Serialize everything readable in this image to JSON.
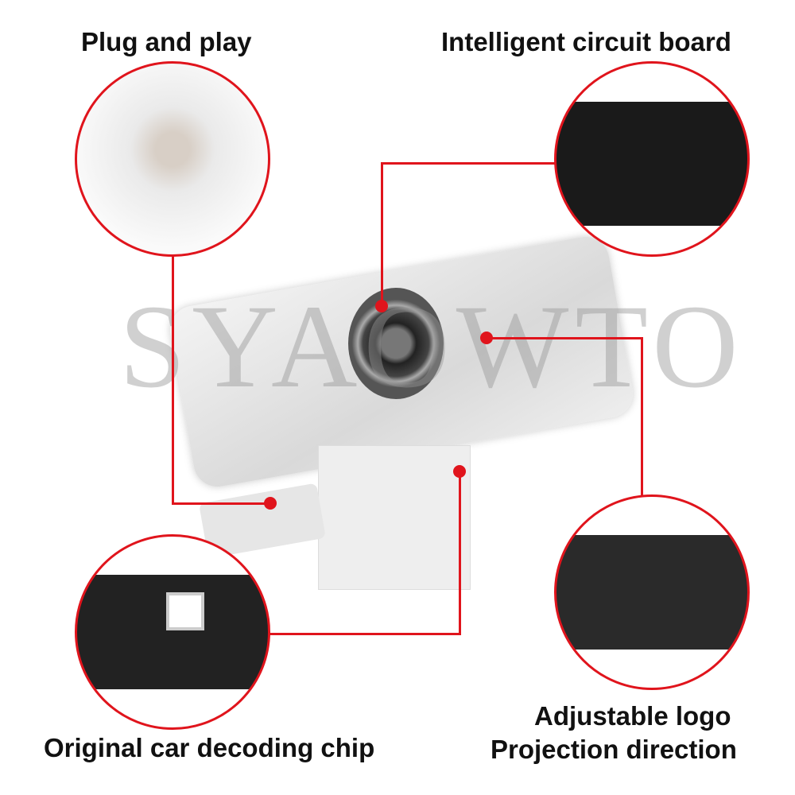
{
  "labels": {
    "plug": "Plug and play",
    "circuit": "Intelligent circuit board",
    "chip": "Original car decoding chip",
    "adjust_line1": "Adjustable logo",
    "adjust_line2": "Projection direction"
  },
  "watermark": "SYAOWTO",
  "accent_color": "#e0141c"
}
